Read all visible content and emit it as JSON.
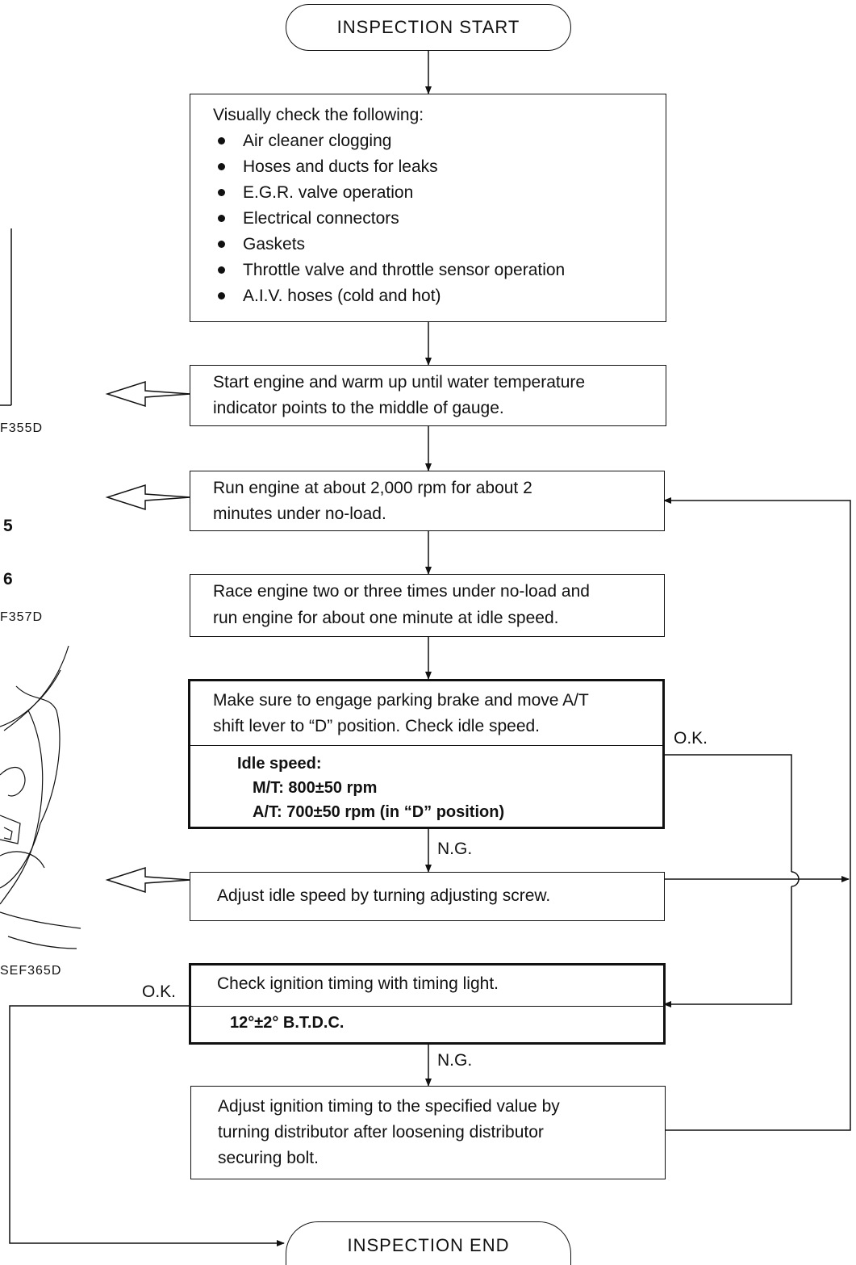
{
  "terminals": {
    "start": "INSPECTION START",
    "end": "INSPECTION END"
  },
  "visual_check": {
    "heading": "Visually check the following:",
    "items": [
      "Air cleaner clogging",
      "Hoses and ducts for leaks",
      "E.G.R. valve operation",
      "Electrical connectors",
      "Gaskets",
      "Throttle valve and throttle sensor operation",
      "A.I.V. hoses (cold and hot)"
    ]
  },
  "warm_up": {
    "line1": "Start engine and warm up until water temperature",
    "line2": "indicator points to the middle of gauge."
  },
  "run_engine": {
    "line1": "Run engine at about 2,000 rpm for about 2",
    "line2": "minutes under no-load."
  },
  "race_engine": {
    "line1": "Race engine two or three times under no-load and",
    "line2": "run engine for about one minute at idle speed."
  },
  "idle_check": {
    "line1": "Make sure to engage parking brake and move A/T",
    "line2": "shift lever to “D” position. Check idle speed.",
    "spec_title": "Idle speed:",
    "spec_mt": "M/T:  800±50 rpm",
    "spec_at": "A/T:  700±50 rpm (in “D” position)"
  },
  "adjust_idle": {
    "line1": "Adjust idle speed by turning adjusting screw."
  },
  "timing_check": {
    "line1": "Check ignition timing with timing light.",
    "spec": "12°±2° B.T.D.C."
  },
  "adjust_timing": {
    "line1": "Adjust ignition timing to the specified value by",
    "line2": "turning distributor after loosening distributor",
    "line3": "securing bolt."
  },
  "labels": {
    "ok": "O.K.",
    "ng": "N.G."
  },
  "cropped_left": {
    "fig1": "F355D",
    "num5": "5",
    "num6": "6",
    "fig2": "F357D",
    "fig3": "SEF365D"
  }
}
